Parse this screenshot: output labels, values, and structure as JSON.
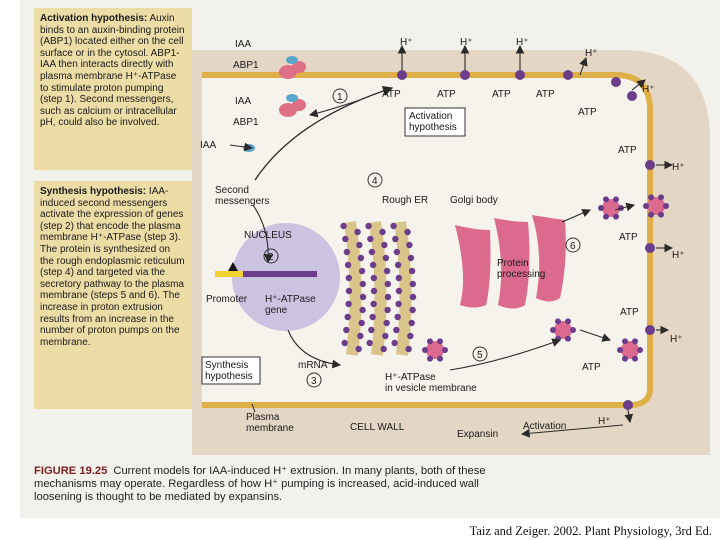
{
  "activation_text": {
    "title": "Activation hypothesis:",
    "body": "Auxin binds to an auxin-binding protein (ABP1) located either on the cell surface or in the cytosol. ABP1-IAA then interacts directly with plasma membrane H⁺-ATPase to stimulate proton pumping (step 1). Second messengers, such as calcium or intracellular pH, could also be involved."
  },
  "synthesis_text": {
    "title": "Synthesis hypothesis:",
    "body": "IAA-induced second messengers activate the expression of genes (step 2) that encode the plasma membrane H⁺-ATPase (step 3). The protein is synthesized on the rough endoplasmic reticulum (step 4) and targeted via the secretory pathway to the plasma membrane (steps 5 and 6). The increase in proton extrusion results from an increase in the number of proton pumps on the membrane."
  },
  "labels": {
    "iaa": "IAA",
    "abp1": "ABP1",
    "h_plus": "H⁺",
    "atp": "ATP",
    "activation_box": [
      "Activation",
      "hypothesis"
    ],
    "second_messengers": [
      "Second",
      "messengers"
    ],
    "nucleus": "NUCLEUS",
    "promoter": "Promoter",
    "gene": [
      "H⁺-ATPase",
      "gene"
    ],
    "rough_er": "Rough ER",
    "golgi": "Golgi body",
    "protein_processing": [
      "Protein",
      "processing"
    ],
    "synthesis_box": [
      "Synthesis",
      "hypothesis"
    ],
    "mrna": "mRNA",
    "vesicle": [
      "H⁺-ATPase",
      "in vesicle membrane"
    ],
    "plasma_membrane": [
      "Plasma",
      "membrane"
    ],
    "cell_wall": "CELL WALL",
    "expansin": "Expansin",
    "activation": "Activation",
    "steps": [
      "1",
      "2",
      "3",
      "4",
      "5",
      "6"
    ]
  },
  "caption": {
    "figure": "FIGURE 19.25",
    "text": "Current models for IAA-induced H⁺ extrusion. In many plants, both of these mechanisms may operate. Regardless of how H⁺ pumping is increased, acid-induced wall loosening is thought to be mediated by expansins."
  },
  "credit": "Taiz and Zeiger. 2002. Plant Physiology, 3rd Ed.",
  "colors": {
    "background": "#f3f1ec",
    "text_box": "#ecdca6",
    "cell_wall": "#e3d6c4",
    "membrane": "#e0b048",
    "cytoplasm": "#f6f2ec",
    "nucleus": "#cbc3e0",
    "pump": "#6b3d8a",
    "protein": "#dc6a8e",
    "receptor": "#dd6f86",
    "iaa": "#5aa6cc",
    "arrow": "#2a2a2a"
  }
}
